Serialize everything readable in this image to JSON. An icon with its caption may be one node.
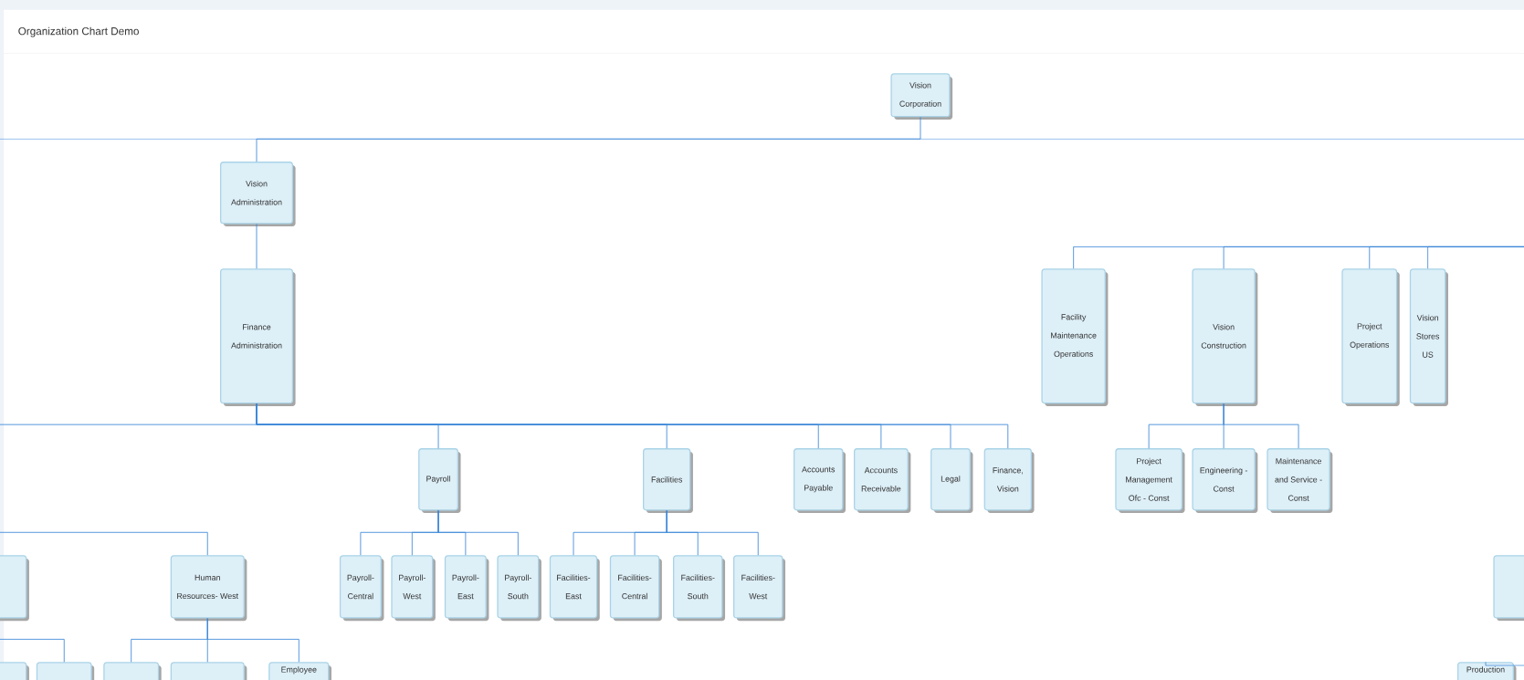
{
  "diagram": {
    "title": "Organization Chart Demo",
    "nodes": [
      {
        "text": [
          "Vision Corporation"
        ]
      },
      {
        "text": [
          "Vision Administration"
        ]
      },
      {
        "text": [
          "Finance Administration"
        ]
      },
      {
        "text": [
          "Facility Maintenance Operations"
        ]
      },
      {
        "text": [
          "Vision Construction"
        ]
      },
      {
        "text": [
          "Project Operations"
        ]
      },
      {
        "text": [
          "Vision Stores US"
        ]
      },
      {
        "text": [
          "Payroll"
        ]
      },
      {
        "text": [
          "Facilities"
        ]
      },
      {
        "text": [
          "Accounts Payable"
        ]
      },
      {
        "text": [
          "Accounts Receivable"
        ]
      },
      {
        "text": [
          "Legal"
        ]
      },
      {
        "text": [
          "Finance, Vision"
        ]
      },
      {
        "text": [
          "Project Management Ofc - Const"
        ]
      },
      {
        "text": [
          "Engineering - Const"
        ]
      },
      {
        "text": [
          "Maintenance and Service - Const"
        ]
      },
      {
        "text": [],
        "shape": "box"
      },
      {
        "text": [
          "Human Resources- West"
        ]
      },
      {
        "text": [
          "Payroll- Central"
        ]
      },
      {
        "text": [
          "Payroll- West"
        ]
      },
      {
        "text": [
          "Payroll- East"
        ]
      },
      {
        "text": [
          "Payroll- South"
        ]
      },
      {
        "text": [
          "Facilities- East"
        ]
      },
      {
        "text": [
          "Facilities- Central"
        ]
      },
      {
        "text": [
          "Facilities- South"
        ]
      },
      {
        "text": [
          "Facilities- West"
        ]
      },
      {
        "text": [],
        "shape": "box"
      },
      {
        "text": [],
        "shape": "box"
      },
      {
        "text": [],
        "shape": "box"
      },
      {
        "text": [],
        "shape": "box"
      },
      {
        "text": [],
        "shape": "box"
      },
      {
        "text": [
          "Employee"
        ]
      },
      {
        "text": [
          "Production"
        ]
      }
    ],
    "edges": [
      {
        "from": 0,
        "to": 1,
        "arrow": "none"
      },
      {
        "from": 1,
        "to": 2,
        "arrow": "none"
      },
      {
        "from": null,
        "to": 3,
        "arrow": "none"
      },
      {
        "from": null,
        "to": 4,
        "arrow": "none"
      },
      {
        "from": null,
        "to": 5,
        "arrow": "none"
      },
      {
        "from": null,
        "to": 6,
        "arrow": "none"
      },
      {
        "from": 2,
        "to": 7,
        "arrow": "none"
      },
      {
        "from": 2,
        "to": 8,
        "arrow": "none"
      },
      {
        "from": 2,
        "to": 9,
        "arrow": "none"
      },
      {
        "from": 2,
        "to": 10,
        "arrow": "none"
      },
      {
        "from": 2,
        "to": 11,
        "arrow": "none"
      },
      {
        "from": 2,
        "to": 12,
        "arrow": "none"
      },
      {
        "from": 4,
        "to": 13,
        "arrow": "none"
      },
      {
        "from": 4,
        "to": 14,
        "arrow": "none"
      },
      {
        "from": 4,
        "to": 15,
        "arrow": "none"
      },
      {
        "from": null,
        "to": 17,
        "arrow": "none"
      },
      {
        "from": 7,
        "to": 18,
        "arrow": "none"
      },
      {
        "from": 7,
        "to": 19,
        "arrow": "none"
      },
      {
        "from": 7,
        "to": 20,
        "arrow": "none"
      },
      {
        "from": 7,
        "to": 21,
        "arrow": "none"
      },
      {
        "from": 8,
        "to": 22,
        "arrow": "none"
      },
      {
        "from": 8,
        "to": 23,
        "arrow": "none"
      },
      {
        "from": 8,
        "to": 24,
        "arrow": "none"
      },
      {
        "from": 8,
        "to": 25,
        "arrow": "none"
      },
      {
        "from": null,
        "to": 28,
        "arrow": "none"
      },
      {
        "from": 17,
        "to": 29,
        "arrow": "none"
      },
      {
        "from": 17,
        "to": 30,
        "arrow": "none"
      },
      {
        "from": 17,
        "to": 31,
        "arrow": "none"
      },
      {
        "from": null,
        "to": 32,
        "arrow": "none"
      }
    ]
  }
}
